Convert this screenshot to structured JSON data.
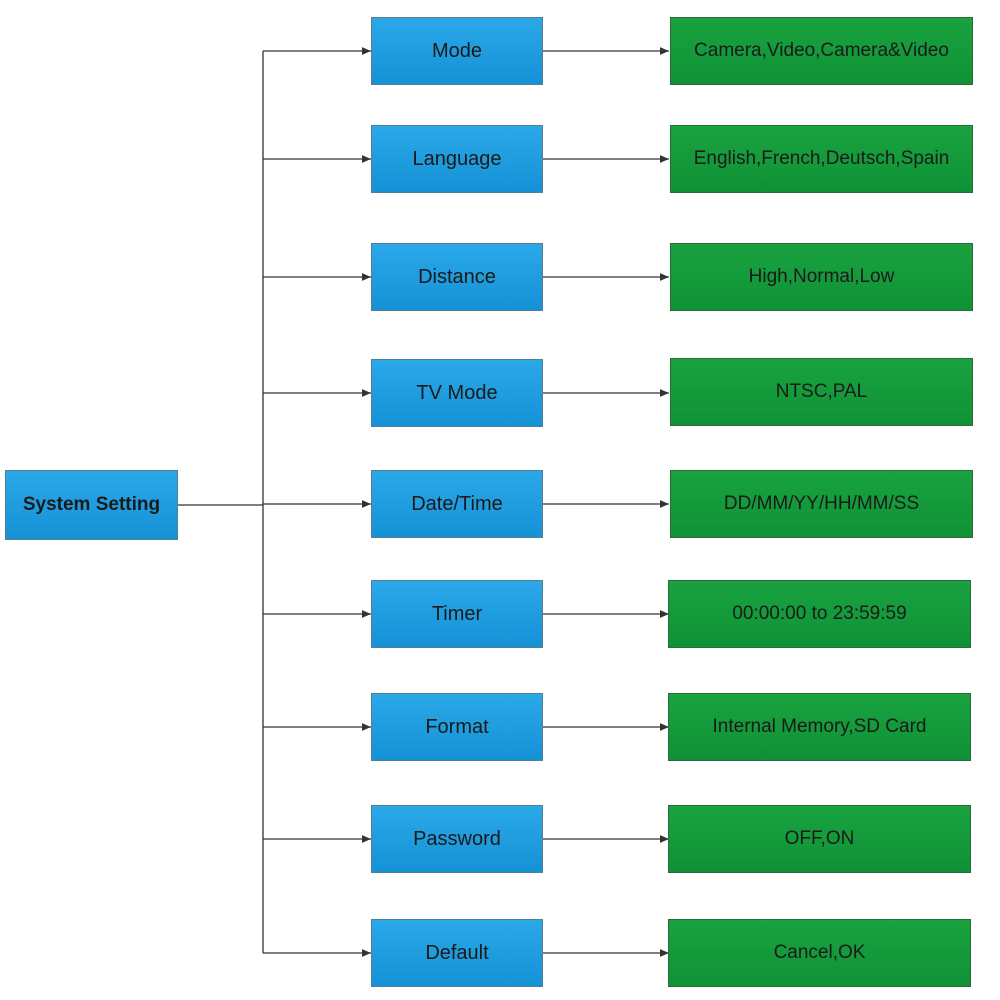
{
  "root_label": "System Setting",
  "colors": {
    "setting_box": "#1a9cdf",
    "option_box": "#139a3a",
    "line": "#333333"
  },
  "settings": [
    {
      "label": "Mode",
      "options": "Camera,Video,Camera&Video"
    },
    {
      "label": "Language",
      "options": "English,French,Deutsch,Spain"
    },
    {
      "label": "Distance",
      "options": "High,Normal,Low"
    },
    {
      "label": "TV Mode",
      "options": "NTSC,PAL"
    },
    {
      "label": "Date/Time",
      "options": "DD/MM/YY/HH/MM/SS"
    },
    {
      "label": "Timer",
      "options": "00:00:00 to 23:59:59"
    },
    {
      "label": "Format",
      "options": "Internal Memory,SD Card"
    },
    {
      "label": "Password",
      "options": "OFF,ON"
    },
    {
      "label": "Default",
      "options": "Cancel,OK"
    }
  ]
}
